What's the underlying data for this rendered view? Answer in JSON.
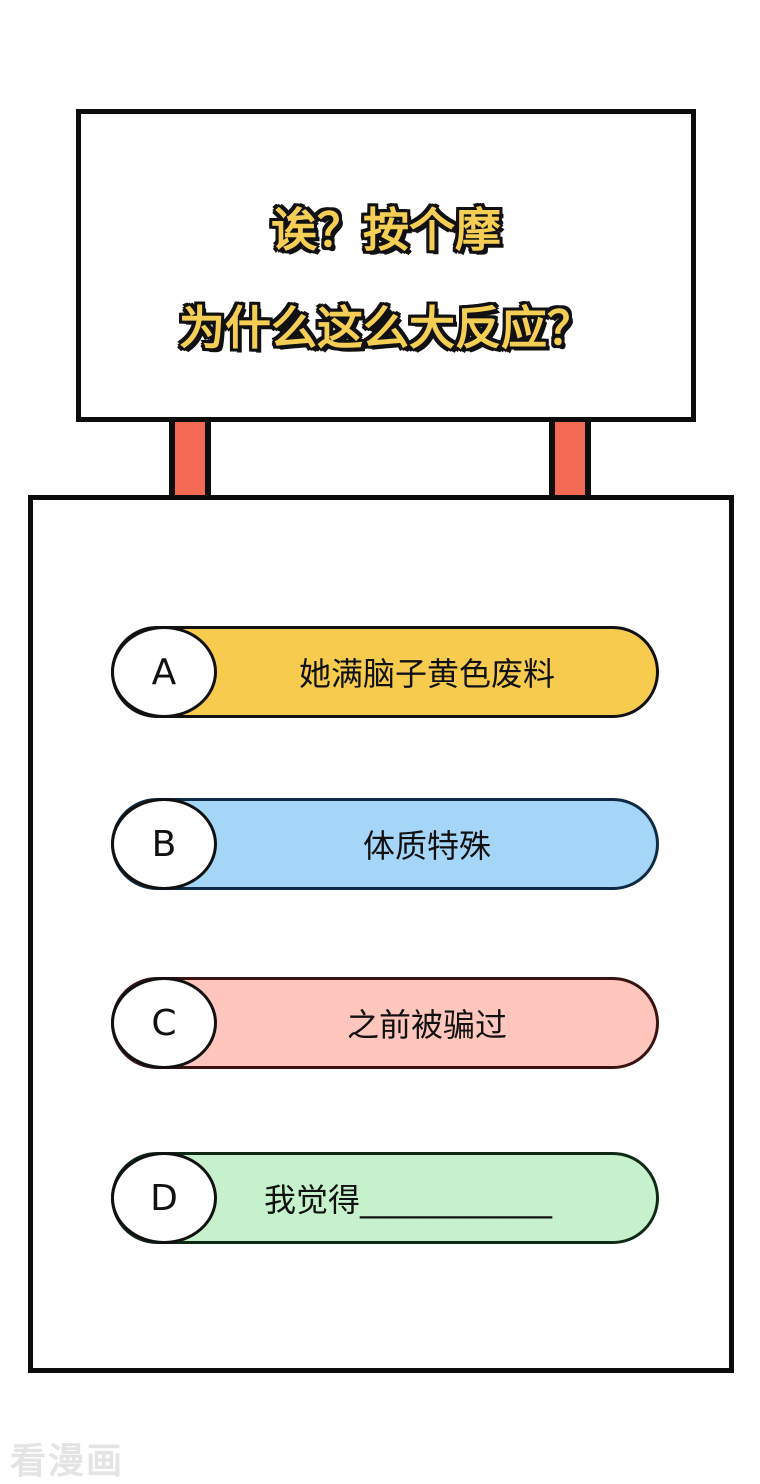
{
  "sign": {
    "title_line1": "诶？按个摩",
    "title_line2": "为什么这么大反应？",
    "title_color": "#f5cf55",
    "post_color": "#f26a54"
  },
  "options": [
    {
      "letter": "A",
      "text": "她满脑子黄色废料",
      "color": "#f6cb4e"
    },
    {
      "letter": "B",
      "text": "体质特殊",
      "color": "#a6d6f7"
    },
    {
      "letter": "C",
      "text": "之前被骗过",
      "color": "#fec6bd"
    },
    {
      "letter": "D",
      "text": "我觉得____________",
      "color": "#c6f1cc"
    }
  ],
  "watermark": "看漫画"
}
